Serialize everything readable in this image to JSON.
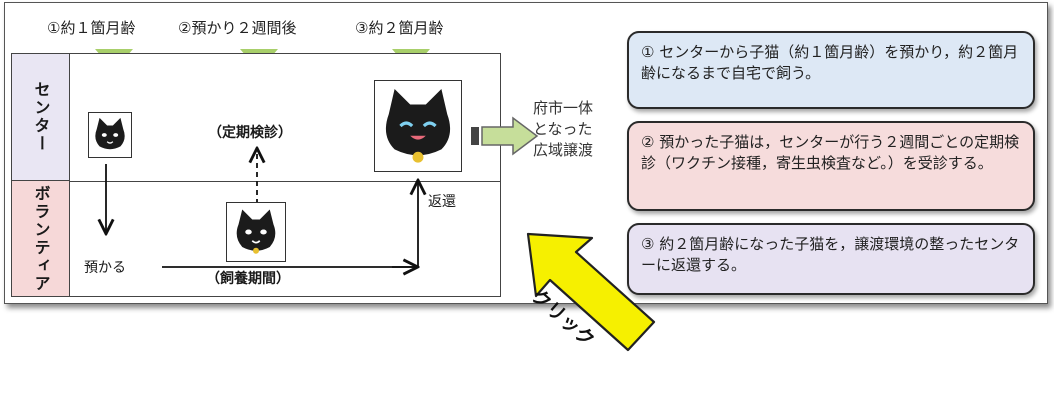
{
  "milestones": [
    "①約１箇月齢",
    "②預かり２週間後",
    "③約２箇月齢"
  ],
  "lanes": {
    "center": "センター",
    "volunteer": "ボランティア"
  },
  "labels": {
    "checkup": "（定期検診）",
    "azukaru": "預かる",
    "period": "（飼養期間）",
    "return": "返還"
  },
  "wide_area_text": [
    "府市一体",
    "となった",
    "広域譲渡"
  ],
  "cards": [
    {
      "text": "① センターから子猫（約１箇月齢）を預かり，約２箇月齢になるまで自宅で飼う。",
      "color": "#dde8f5"
    },
    {
      "text": "② 預かった子猫は，センターが行う２週間ごとの定期検診（ワクチン接種，寄生虫検査など。）を受診する。",
      "color": "#f6dcdc"
    },
    {
      "text": "③ 約２箇月齢になった子猫を，譲渡環境の整ったセンターに返還する。",
      "color": "#e7e2f2"
    }
  ],
  "click_label": "クリック",
  "colors": {
    "triangle": "#a8cf6a",
    "center_lane": "#e9e6f3",
    "volunteer_lane": "#f6d8d8",
    "click_arrow": "#f6f000",
    "cat": "#1b1b1b"
  }
}
